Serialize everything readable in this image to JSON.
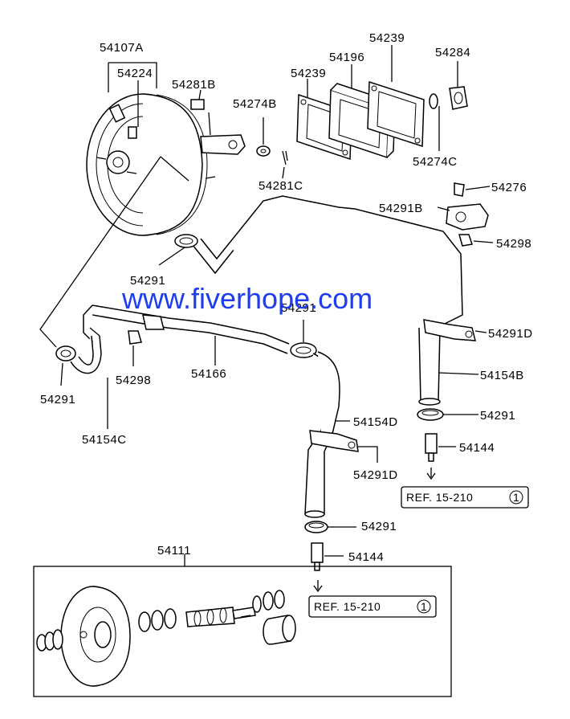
{
  "labels": {
    "booster_assembly": "54107A",
    "check_valve": "54224",
    "pin_top": "54281B",
    "washer_b": "54274B",
    "pin_c": "54281C",
    "gasket_left": "54239",
    "spacer": "54196",
    "gasket_right": "54239",
    "nut": "54284",
    "washer_c": "54274C",
    "bolt_right": "54276",
    "clamp_b": "54291B",
    "bolt_right_lower": "54298",
    "clip_upper_left": "54291",
    "clip_mid": "54291",
    "clamp_d_right": "54291D",
    "hose_b": "54154B",
    "clip_right_lower": "54291",
    "fitting_right": "54144",
    "hose_d": "54154D",
    "clamp_d_center": "54291D",
    "clip_center_lower": "54291",
    "fitting_center": "54144",
    "pipe": "54166",
    "bolt_left": "54298",
    "clip_left": "54291",
    "hose_c": "54154C",
    "master_cylinder_kit": "54111"
  },
  "references": {
    "ref_upper": {
      "text": "REF. 15-210",
      "circle": "1"
    },
    "ref_lower": {
      "text": "REF. 15-210",
      "circle": "1"
    }
  },
  "watermark": "www.fiverhope.com",
  "colors": {
    "ink": "#000000",
    "watermark": "#1f3df0",
    "background": "#ffffff"
  }
}
